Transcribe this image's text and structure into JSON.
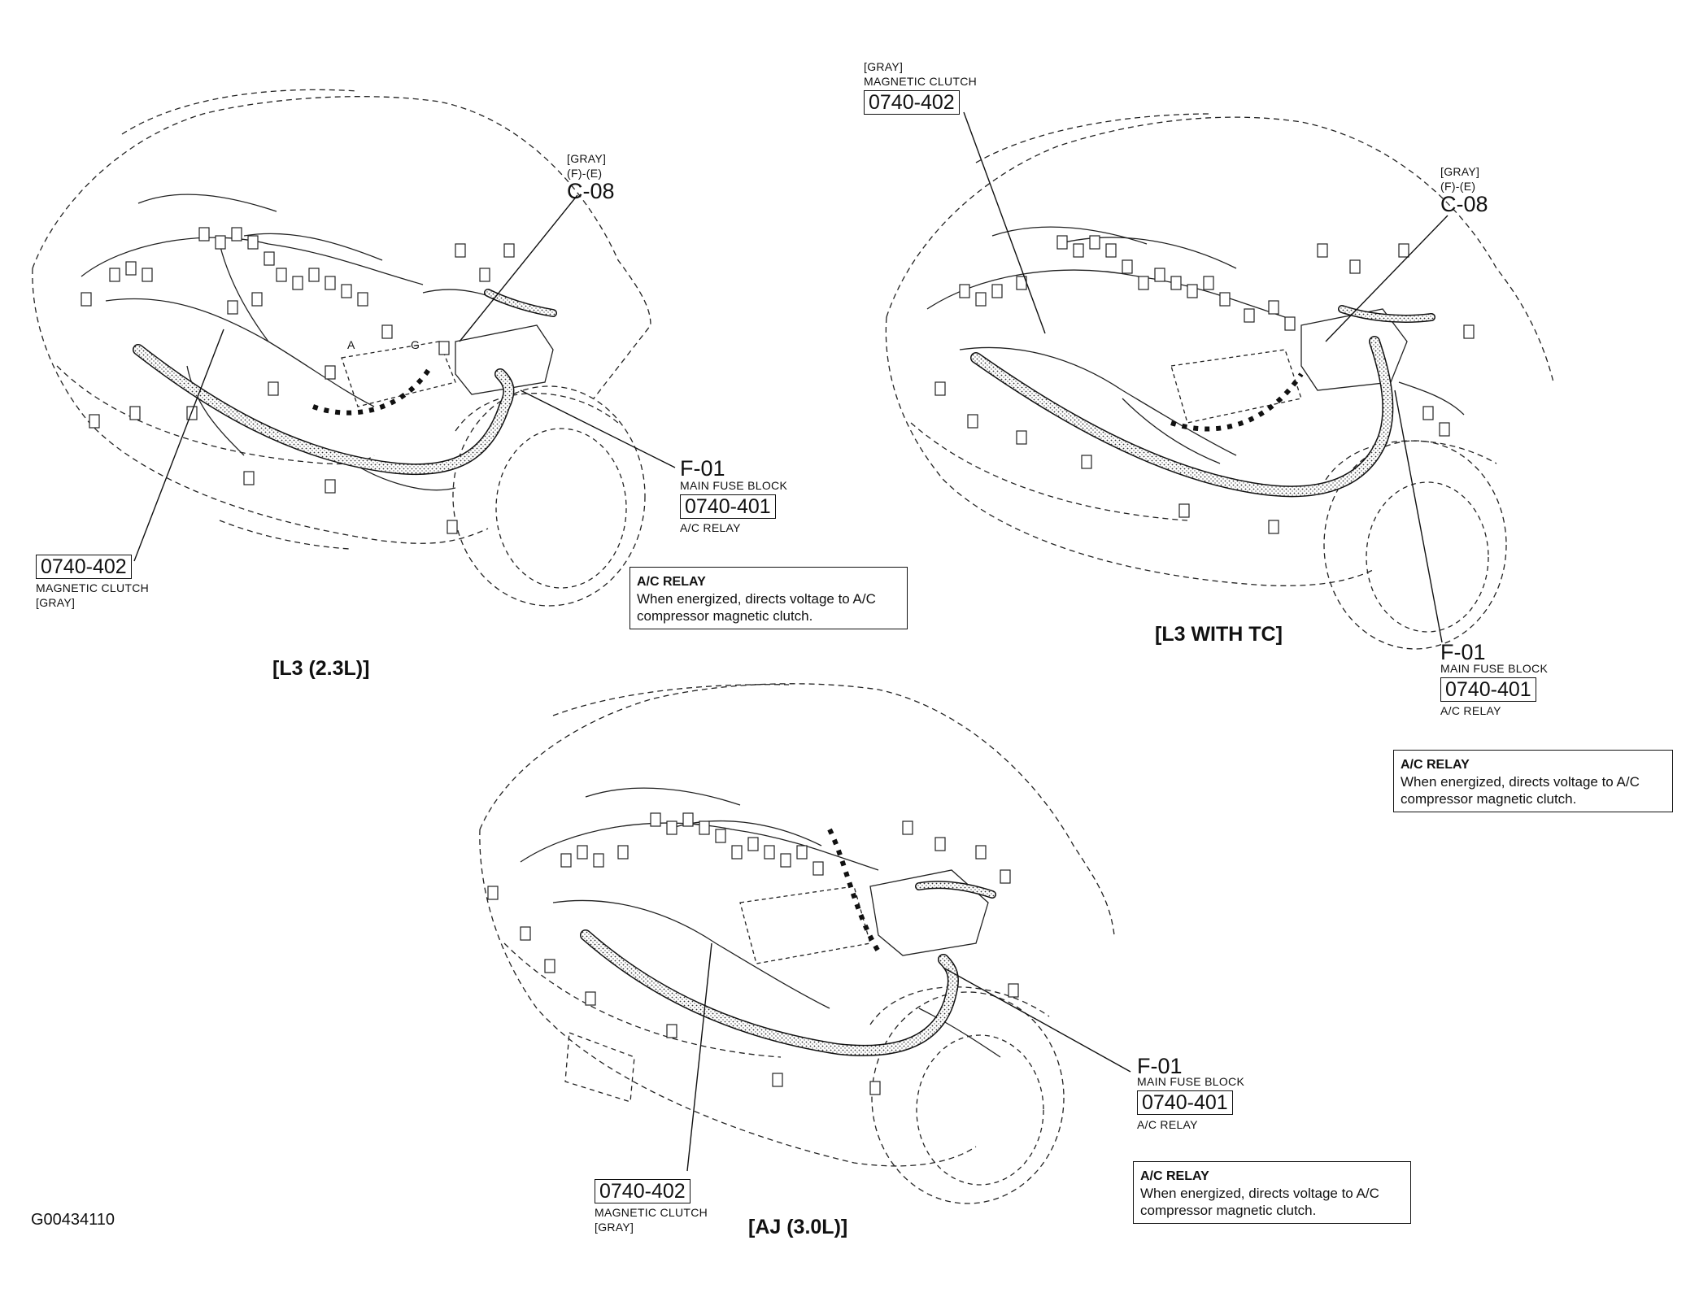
{
  "figure_id": "G00434110",
  "views": [
    {
      "title": "[L3 (2.3L)]",
      "c08": {
        "color": "[GRAY]",
        "pos": "(F)-(E)",
        "id": "C-08"
      },
      "f01": {
        "id": "F-01",
        "name": "MAIN FUSE BLOCK",
        "code": "0740-401",
        "desc": "A/C RELAY"
      },
      "clutch": {
        "code": "0740-402",
        "name": "MAGNETIC CLUTCH",
        "color": "[GRAY]"
      },
      "note": {
        "heading": "A/C RELAY",
        "body": "When energized, directs voltage to A/C\ncompressor magnetic clutch."
      },
      "callouts": [
        "A",
        "G"
      ]
    },
    {
      "title": "[L3 WITH TC]",
      "c08": {
        "color": "[GRAY]",
        "pos": "(F)-(E)",
        "id": "C-08"
      },
      "f01": {
        "id": "F-01",
        "name": "MAIN FUSE BLOCK",
        "code": "0740-401",
        "desc": "A/C RELAY"
      },
      "clutch": {
        "code": "0740-402",
        "name": "MAGNETIC CLUTCH",
        "color": "[GRAY]"
      },
      "note": {
        "heading": "A/C RELAY",
        "body": "When energized, directs voltage to A/C\ncompressor magnetic clutch."
      }
    },
    {
      "title": "[AJ (3.0L)]",
      "f01": {
        "id": "F-01",
        "name": "MAIN FUSE BLOCK",
        "code": "0740-401",
        "desc": "A/C RELAY"
      },
      "clutch": {
        "code": "0740-402",
        "name": "MAGNETIC CLUTCH",
        "color": "[GRAY]"
      },
      "note": {
        "heading": "A/C RELAY",
        "body": "When energized, directs voltage to A/C\ncompressor magnetic clutch."
      }
    }
  ]
}
